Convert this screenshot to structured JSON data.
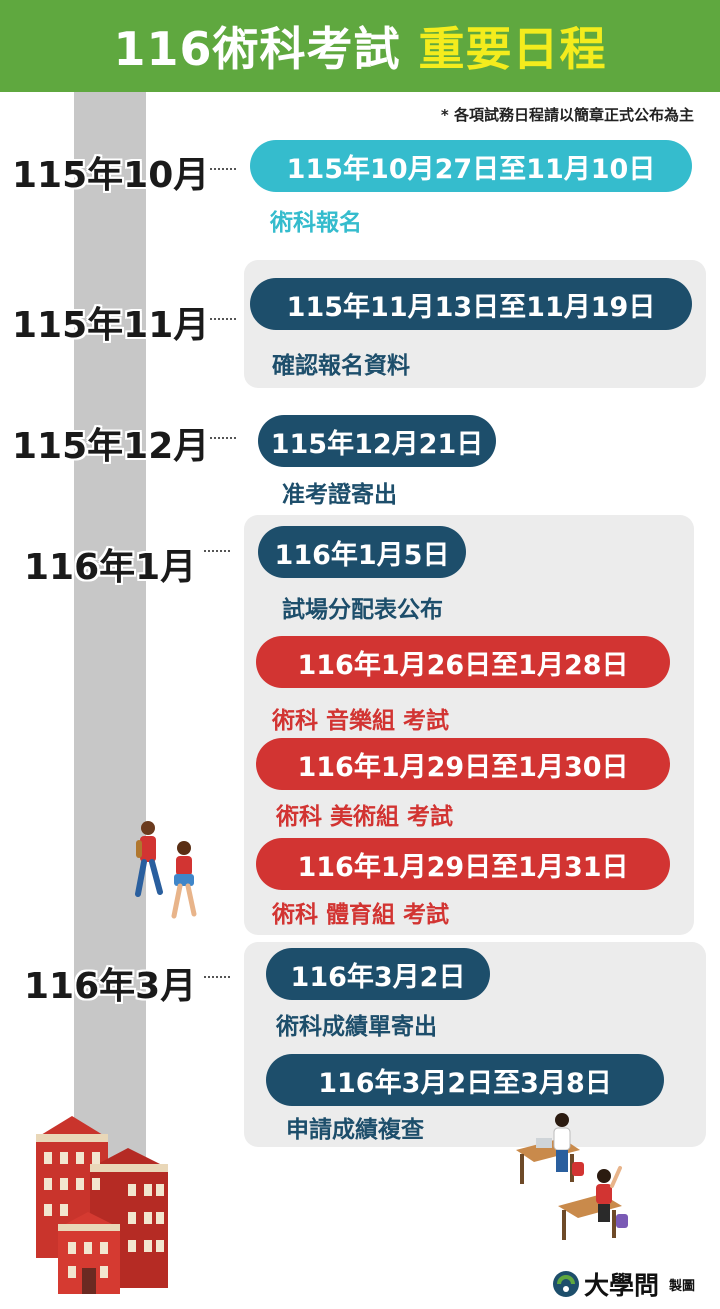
{
  "header": {
    "title_main": "116術科考試",
    "title_highlight": "重要日程"
  },
  "note": "* 各項試務日程請以簡章正式公布為主",
  "timeline": [
    {
      "month": "115年10月",
      "events": [
        {
          "date": "115年10月27日至11月10日",
          "label": "術科報名",
          "color": "cyan"
        }
      ]
    },
    {
      "month": "115年11月",
      "events": [
        {
          "date": "115年11月13日至11月19日",
          "label": "確認報名資料",
          "color": "navy"
        }
      ]
    },
    {
      "month": "115年12月",
      "events": [
        {
          "date": "115年12月21日",
          "label": "准考證寄出",
          "color": "navy"
        }
      ]
    },
    {
      "month": "116年1月",
      "events": [
        {
          "date": "116年1月5日",
          "label": "試場分配表公布",
          "color": "navy"
        },
        {
          "date": "116年1月26日至1月28日",
          "label": "術科 音樂組 考試",
          "color": "red"
        },
        {
          "date": "116年1月29日至1月30日",
          "label": "術科 美術組 考試",
          "color": "red"
        },
        {
          "date": "116年1月29日至1月31日",
          "label": "術科 體育組 考試",
          "color": "red"
        }
      ]
    },
    {
      "month": "116年3月",
      "events": [
        {
          "date": "116年3月2日",
          "label": "術科成績單寄出",
          "color": "navy"
        },
        {
          "date": "116年3月2日至3月8日",
          "label": "申請成績複查",
          "color": "navy"
        }
      ]
    }
  ],
  "logo": {
    "name": "大學問",
    "sub": "製圖"
  },
  "colors": {
    "header_bg": "#5fa83f",
    "title_highlight": "#f4ec1d",
    "cyan": "#35bccd",
    "navy": "#1d4e6b",
    "red": "#d23432",
    "panel": "#ececec",
    "timeline_bar": "#c7c7c7"
  }
}
